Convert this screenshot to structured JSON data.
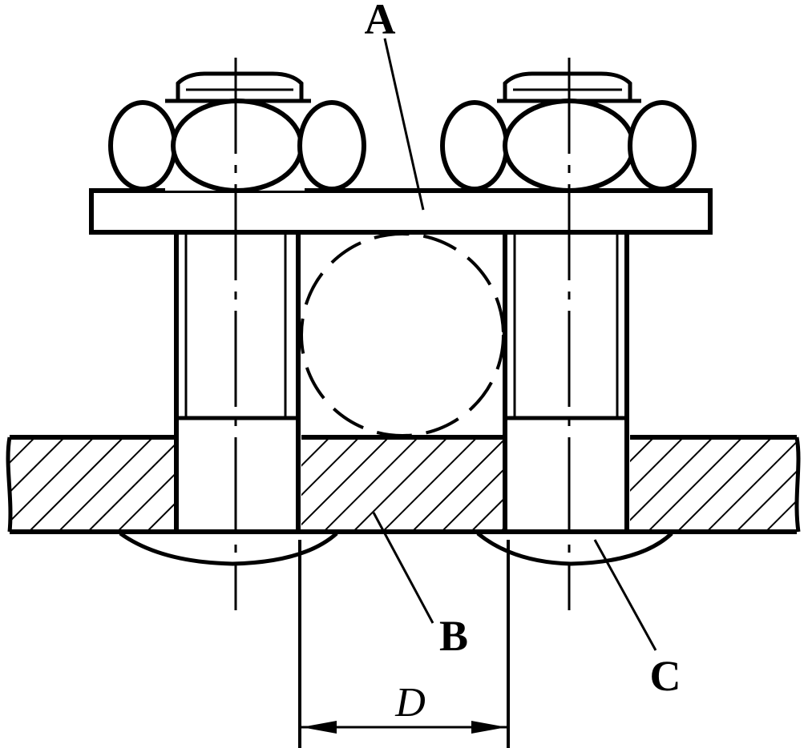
{
  "labels": {
    "a": "A",
    "b": "B",
    "c": "C",
    "d": "D"
  },
  "colors": {
    "line": "#000000",
    "background": "#ffffff"
  },
  "icons": {
    "hatch": "diagonal-hatch-pattern"
  }
}
